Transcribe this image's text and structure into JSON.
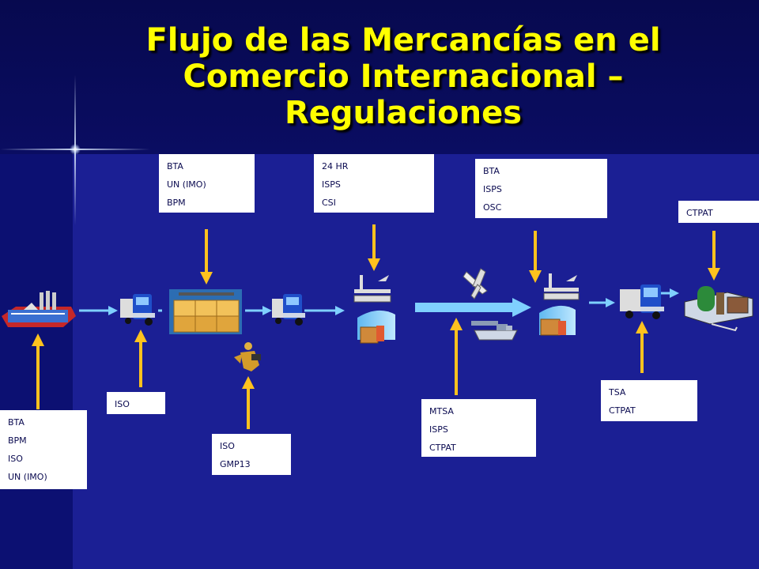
{
  "title": "Flujo de las Mercancías en el Comercio Internacional – Regulaciones",
  "colors": {
    "title": "#ffff00",
    "arrow_regulation": "#ffc21e",
    "arrow_flow": "#7fd0ff",
    "background": "#1b1f94"
  },
  "boxes": {
    "origin": [
      "BTA",
      "BPM",
      "ISO",
      "UN (IMO)"
    ],
    "truck1": [
      "ISO"
    ],
    "warehouse": [
      "BTA",
      "UN (IMO)",
      "BPM"
    ],
    "inspection": [
      "ISO",
      "GMP13"
    ],
    "export_port": [
      "24 HR",
      "ISPS",
      "CSI"
    ],
    "transport": [
      "MTSA",
      "ISPS",
      "CTPAT"
    ],
    "import_port": [
      "BTA",
      "ISPS",
      "OSC"
    ],
    "truck2": [
      "TSA",
      "CTPAT"
    ],
    "destination": [
      "CTPAT"
    ]
  },
  "icons": [
    "factory-icon",
    "truck-icon",
    "warehouse-pallets-icon",
    "inspector-icon",
    "port-terminal-icon",
    "container-icon",
    "airplane-icon",
    "ship-icon",
    "office-building-icon"
  ]
}
